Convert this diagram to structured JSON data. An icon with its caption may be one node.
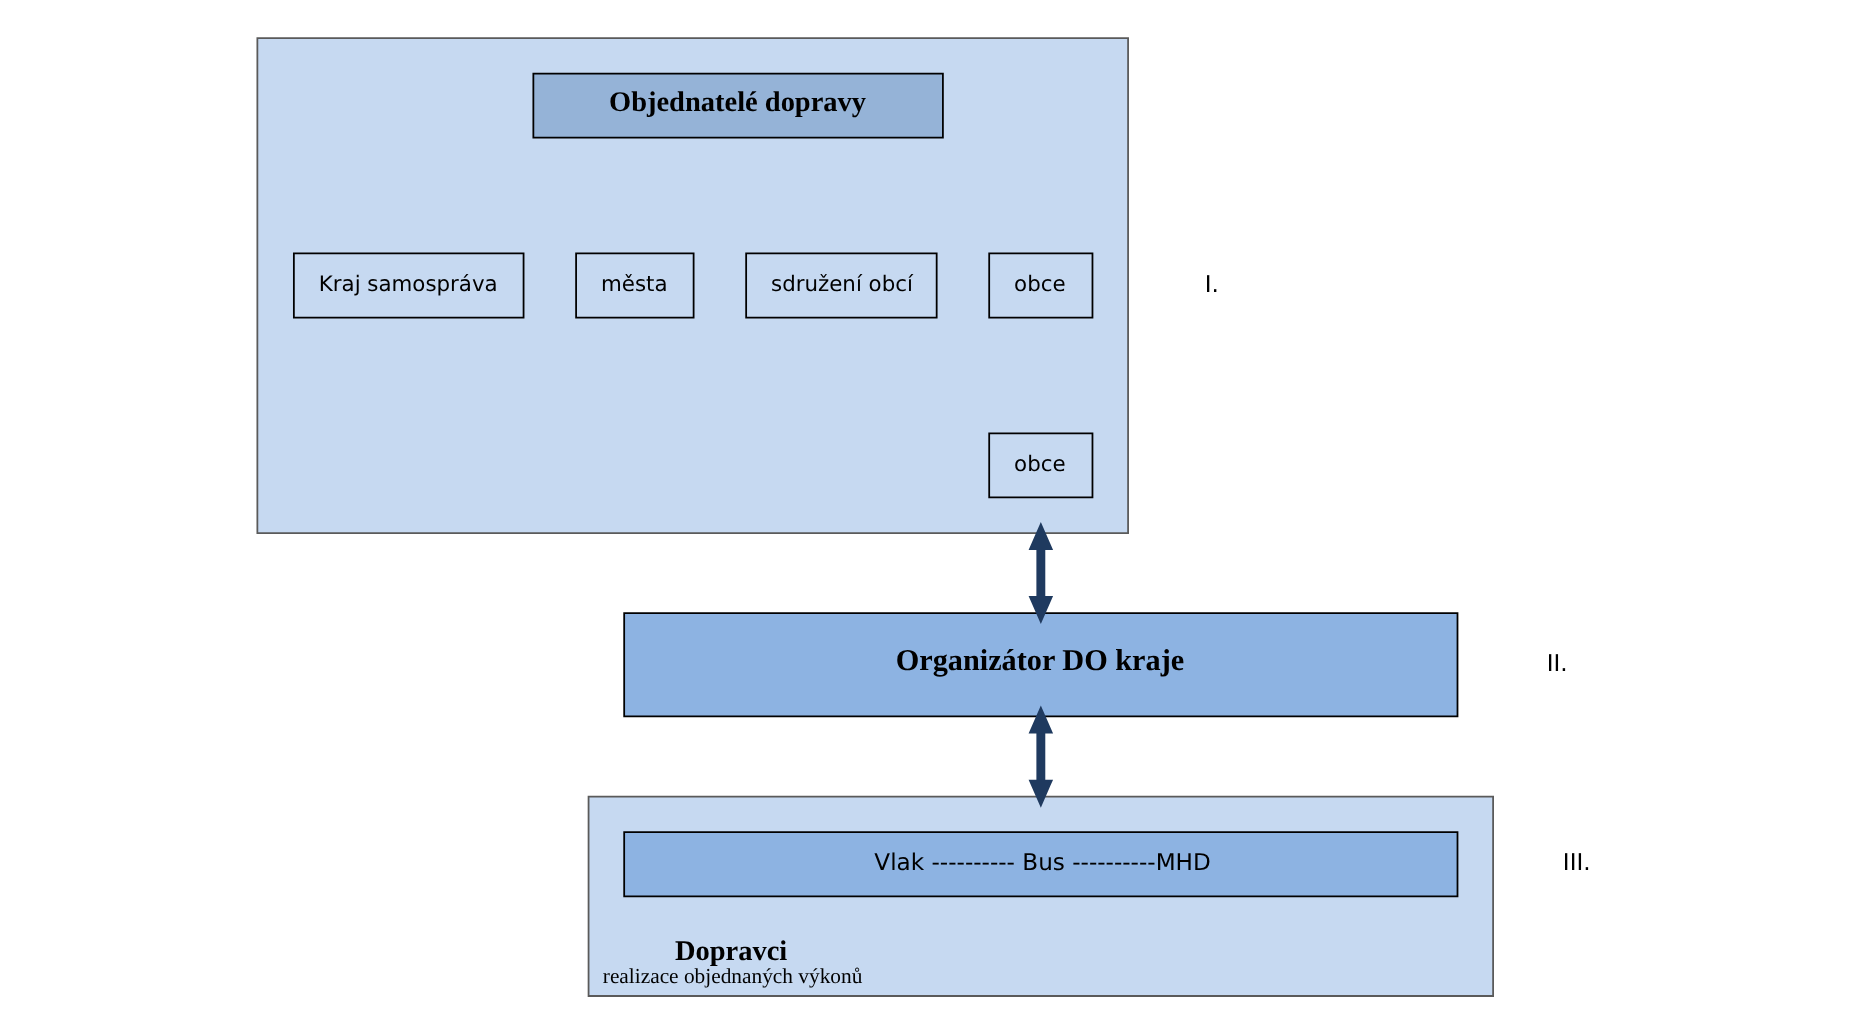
{
  "diagram": {
    "nodes": [
      {
        "text": [],
        "shape": "box"
      },
      {
        "text": [
          "Objednatelé dopravy"
        ],
        "in": 0
      },
      {
        "text": [
          "Kraj samospráva"
        ],
        "in": 0
      },
      {
        "text": [
          "města"
        ],
        "in": 0
      },
      {
        "text": [
          "sdružení obcí"
        ],
        "in": 0
      },
      {
        "text": [
          "obce"
        ],
        "in": 0
      },
      {
        "text": [
          "obce"
        ],
        "in": 0
      },
      {
        "text": [
          "Organizátor DO kraje"
        ]
      },
      {
        "text": [
          "Dopravci",
          "realizace objednaných výkonů"
        ]
      },
      {
        "text": [
          "Vlak ---------- Bus ----------MHD"
        ],
        "in": 8
      }
    ],
    "edges": [
      {
        "from": 0,
        "to": 7,
        "arrow": "both"
      },
      {
        "from": 7,
        "to": 8,
        "arrow": "both"
      }
    ],
    "labels": [
      "I.",
      "II.",
      "III."
    ]
  }
}
